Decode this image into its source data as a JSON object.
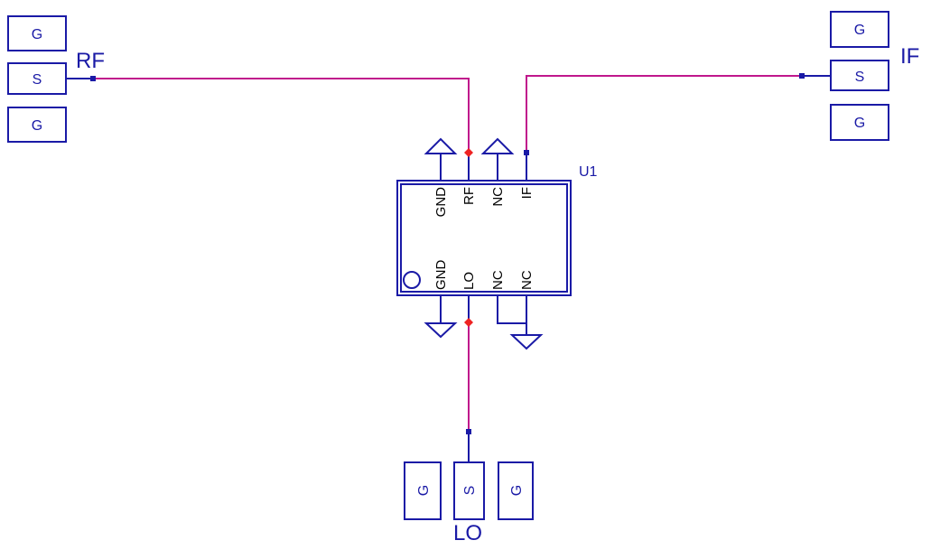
{
  "colors": {
    "symbol": "#1a1aa6",
    "wire": "#c0188c",
    "junction": "#ee2222",
    "pin_text": "#000000"
  },
  "ports": {
    "rf": {
      "net_label": "RF",
      "top": "G",
      "signal": "S",
      "bottom": "G"
    },
    "if": {
      "net_label": "IF",
      "top": "G",
      "signal": "S",
      "bottom": "G"
    },
    "lo": {
      "net_label": "LO",
      "left": "G",
      "signal": "S",
      "right": "G"
    }
  },
  "component": {
    "ref": "U1",
    "top_pins": [
      "GND",
      "RF",
      "NC",
      "IF"
    ],
    "bottom_pins": [
      "GND",
      "LO",
      "NC",
      "NC"
    ]
  },
  "icons": [
    "ground-symbol",
    "junction-dot",
    "pin1-marker"
  ]
}
